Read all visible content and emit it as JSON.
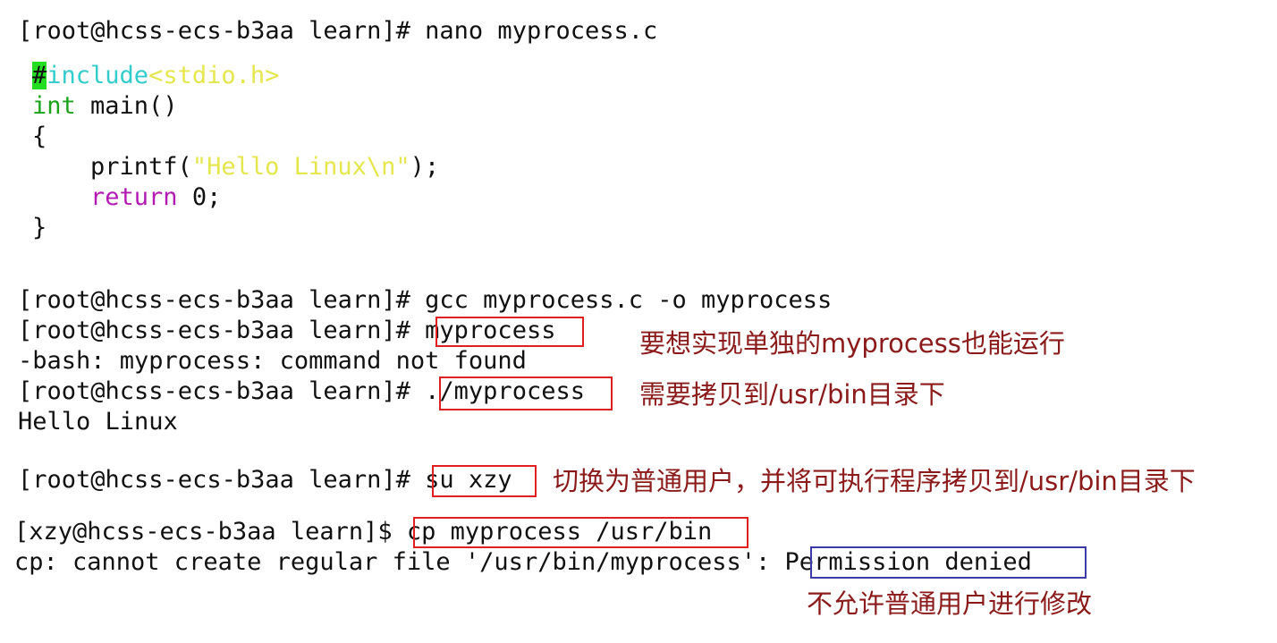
{
  "terminal": {
    "line1_prompt": "[root@hcss-ecs-b3aa learn]# ",
    "line1_cmd": "nano myprocess.c",
    "code": {
      "hash": "#",
      "include_kw": "include",
      "include_hdr": "<stdio.h>",
      "int_kw": "int",
      "main_sig": " main()",
      "open_brace": "{",
      "printf_start": "    printf(",
      "printf_str": "\"Hello Linux\\n\"",
      "printf_end": ");",
      "return_indent": "    ",
      "return_kw": "return",
      "return_val": " 0;",
      "close_brace": "}"
    },
    "gcc_line": "[root@hcss-ecs-b3aa learn]# gcc myprocess.c -o myprocess",
    "prompt_root": "[root@hcss-ecs-b3aa learn]# ",
    "cmd_myprocess": "myprocess",
    "bash_error": "-bash: myprocess: command not found",
    "cmd_dot_myprocess": "./myprocess",
    "hello_output": "Hello Linux",
    "cmd_su": "su xzy",
    "prompt_xzy": "[xzy@hcss-ecs-b3aa learn]$ ",
    "cmd_cp": "cp myprocess /usr/bin",
    "cp_error_prefix": "cp: cannot create regular file '/usr/bin/myprocess': ",
    "cp_error_reason": "Permission denied"
  },
  "annotations": {
    "note1": "要想实现单独的myprocess也能运行",
    "note2": "需要拷贝到/usr/bin目录下",
    "note3": "切换为普通用户，并将可执行程序拷贝到/usr/bin目录下",
    "note4": "不允许普通用户进行修改"
  },
  "colors": {
    "annotation_text": "#8b1a1a",
    "box_red": "#e02020",
    "box_blue": "#3a3aa8"
  }
}
